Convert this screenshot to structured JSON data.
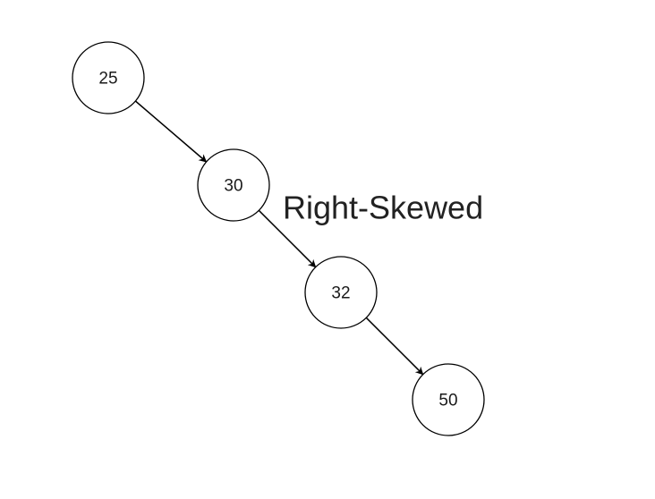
{
  "diagram": {
    "caption": "Right-Skewed",
    "nodes": [
      {
        "id": "n25",
        "label": "25"
      },
      {
        "id": "n30",
        "label": "30"
      },
      {
        "id": "n32",
        "label": "32"
      },
      {
        "id": "n50",
        "label": "50"
      }
    ],
    "edges": [
      {
        "from": "n25",
        "to": "n30"
      },
      {
        "from": "n30",
        "to": "n32"
      },
      {
        "from": "n32",
        "to": "n50"
      }
    ]
  },
  "colors": {
    "stroke": "#000000",
    "fill": "#ffffff",
    "text": "#1a1a1a"
  }
}
